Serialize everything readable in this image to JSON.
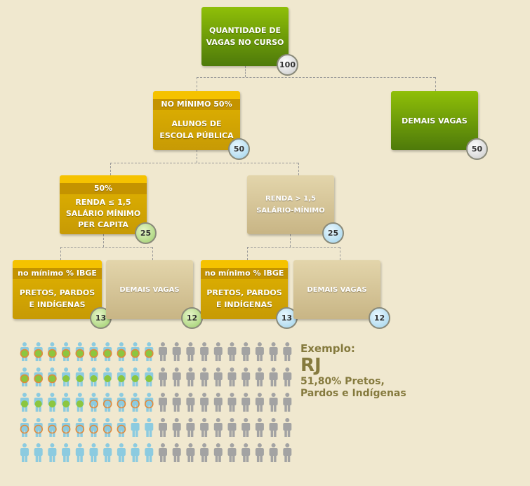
{
  "tree": {
    "root": {
      "label1": "QUANTIDADE DE",
      "label2": "VAGAS NO CURSO",
      "count": "100"
    },
    "escola_publica": {
      "band": "NO MÍNIMO 50%",
      "label1": "ALUNOS DE",
      "label2": "ESCOLA PÚBLICA",
      "count": "50"
    },
    "demais_top": {
      "label": "DEMAIS VAGAS",
      "count": "50"
    },
    "renda_baixa": {
      "band": "50%",
      "label1": "RENDA ≤ 1,5",
      "label2": "SALÁRIO MÍNIMO",
      "label3": "PER CAPITA",
      "count": "25"
    },
    "renda_alta": {
      "label1": "RENDA > 1,5",
      "label2": "SALÁRIO-MÍNIMO",
      "count": "25"
    },
    "ppi_baixa": {
      "band": "no mínimo % IBGE",
      "label1": "PRETOS, PARDOS",
      "label2": "E INDÍGENAS",
      "count": "13"
    },
    "demais_baixa": {
      "label": "DEMAIS VAGAS",
      "count": "12"
    },
    "ppi_alta": {
      "band": "no mínimo % IBGE",
      "label1": "PRETOS, PARDOS",
      "label2": "E INDÍGENAS",
      "count": "13"
    },
    "demais_alta": {
      "label": "DEMAIS VAGAS",
      "count": "12"
    }
  },
  "example": {
    "heading": "Exemplo:",
    "state": "RJ",
    "line1": "51,80% Pretos,",
    "line2": "Pardos e Indígenas"
  },
  "people_grid": {
    "rows": 5,
    "cols": 20,
    "public_school_cols": 10,
    "markers": {
      "green_ringed": 13,
      "green": 12,
      "ring": 13
    },
    "colors": {
      "public": "#8ccbe0",
      "other": "#a3a3a3",
      "green": "#8cc63f",
      "ring": "#e08a3c"
    }
  }
}
